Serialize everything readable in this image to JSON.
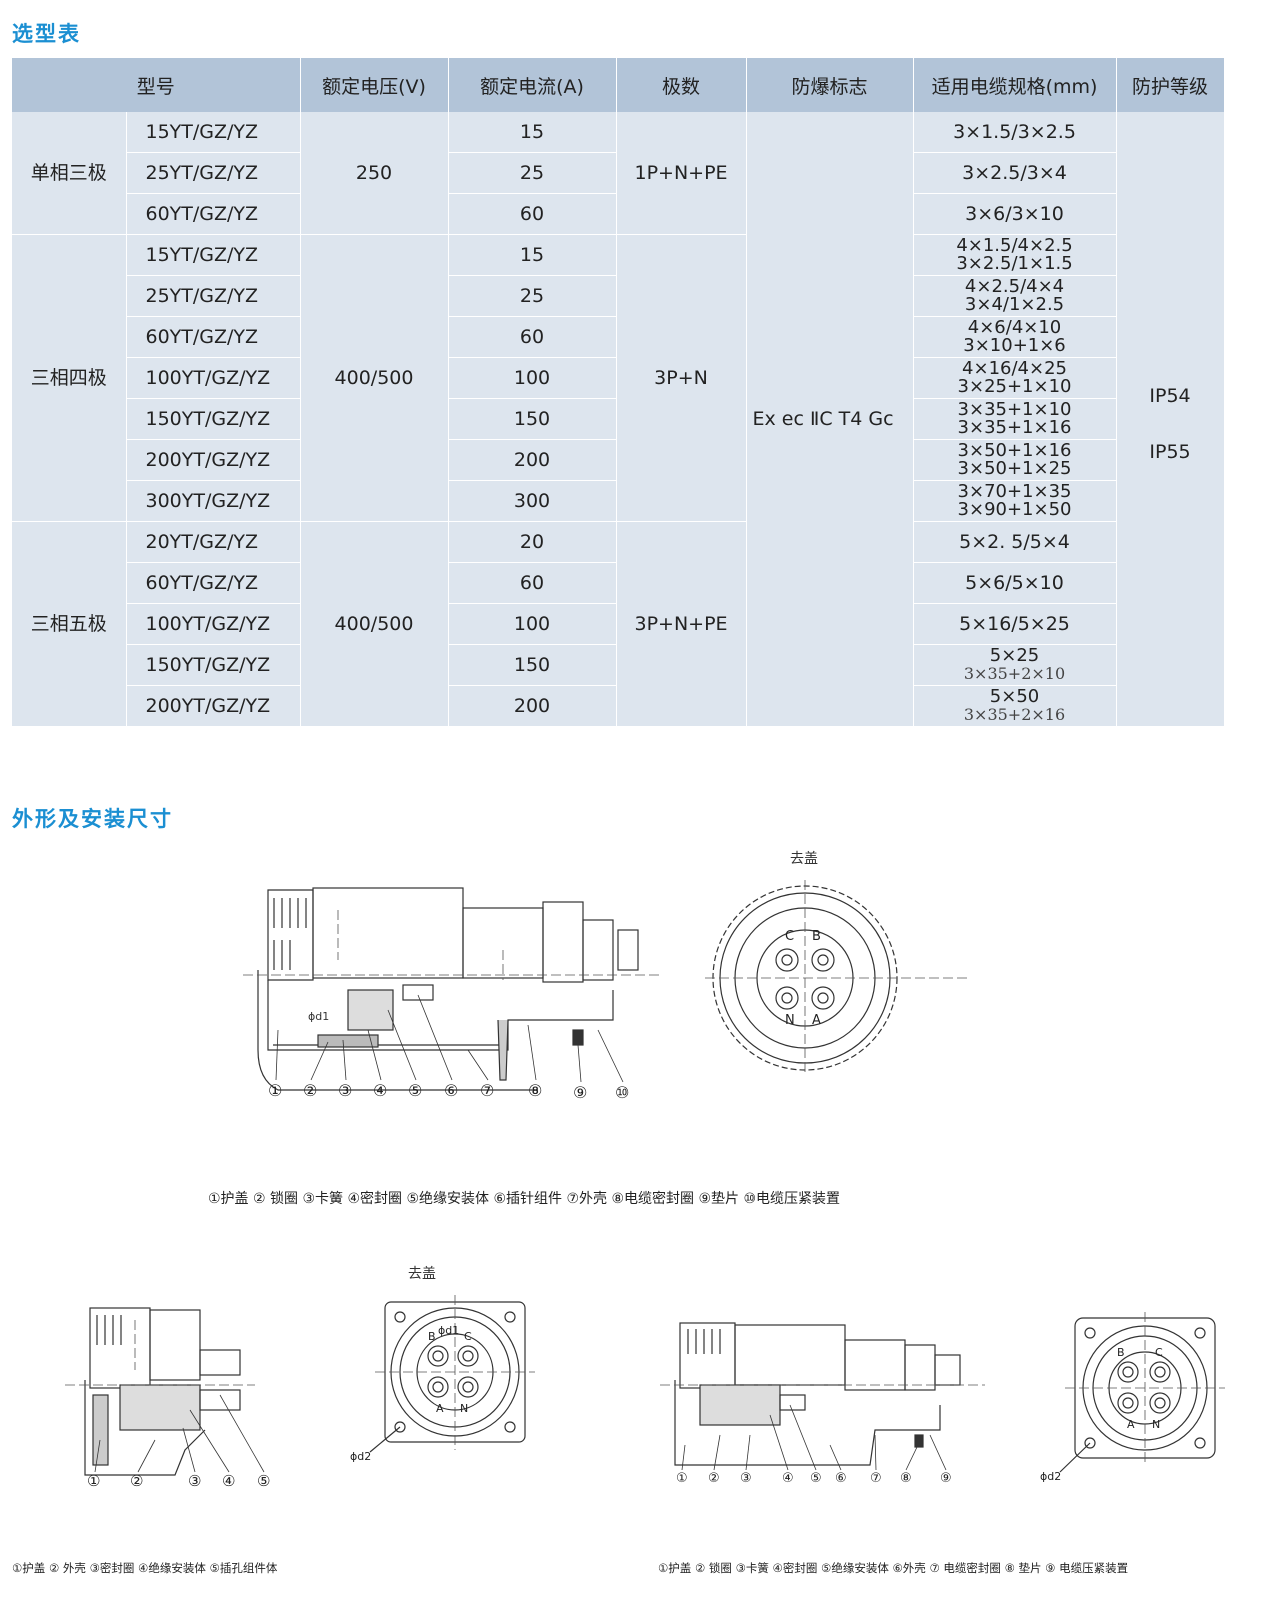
{
  "section1_title": "选型表",
  "section2_title": "外形及安装尺寸",
  "table": {
    "headers": [
      "型号",
      "额定电压(V)",
      "额定电流(A)",
      "极数",
      "防爆标志",
      "适用电缆规格(mm)",
      "防护等级"
    ],
    "groups": [
      {
        "name": "单相三极",
        "voltage": "250",
        "poles": "1P+N+PE"
      },
      {
        "name": "三相四极",
        "voltage": "400/500",
        "poles": "3P+N"
      },
      {
        "name": "三相五极",
        "voltage": "400/500",
        "poles": "3P+N+PE"
      }
    ],
    "ex_mark": "Ex ec ⅡC T4 Gc",
    "protection": [
      "IP54",
      "IP55"
    ],
    "rows": [
      {
        "model": "15YT/GZ/YZ",
        "current": "15",
        "cable1": "3×1.5/3×2.5",
        "cable2": ""
      },
      {
        "model": "25YT/GZ/YZ",
        "current": "25",
        "cable1": "3×2.5/3×4",
        "cable2": ""
      },
      {
        "model": "60YT/GZ/YZ",
        "current": "60",
        "cable1": "3×6/3×10",
        "cable2": ""
      },
      {
        "model": "15YT/GZ/YZ",
        "current": "15",
        "cable1": "4×1.5/4×2.5",
        "cable2": "3×2.5/1×1.5"
      },
      {
        "model": "25YT/GZ/YZ",
        "current": "25",
        "cable1": "4×2.5/4×4",
        "cable2": "3×4/1×2.5"
      },
      {
        "model": "60YT/GZ/YZ",
        "current": "60",
        "cable1": "4×6/4×10",
        "cable2": "3×10+1×6"
      },
      {
        "model": "100YT/GZ/YZ",
        "current": "100",
        "cable1": "4×16/4×25",
        "cable2": "3×25+1×10"
      },
      {
        "model": "150YT/GZ/YZ",
        "current": "150",
        "cable1": "3×35+1×10",
        "cable2": "3×35+1×16"
      },
      {
        "model": "200YT/GZ/YZ",
        "current": "200",
        "cable1": "3×50+1×16",
        "cable2": "3×50+1×25"
      },
      {
        "model": "300YT/GZ/YZ",
        "current": "300",
        "cable1": "3×70+1×35",
        "cable2": "3×90+1×50"
      },
      {
        "model": "20YT/GZ/YZ",
        "current": "20",
        "cable1": "5×2. 5/5×4",
        "cable2": ""
      },
      {
        "model": "60YT/GZ/YZ",
        "current": "60",
        "cable1": "5×6/5×10",
        "cable2": ""
      },
      {
        "model": "100YT/GZ/YZ",
        "current": "100",
        "cable1": "5×16/5×25",
        "cable2": ""
      },
      {
        "model": "150YT/GZ/YZ",
        "current": "150",
        "cable1": "5×25",
        "cable2": "3×35+2×10"
      },
      {
        "model": "200YT/GZ/YZ",
        "current": "200",
        "cable1": "5×50",
        "cable2": "3×35+2×16"
      }
    ]
  },
  "diagrams": {
    "top_caption": "①护盖 ② 锁圈 ③卡簧 ④密封圈 ⑤绝缘安装体   ⑥插针组件 ⑦外壳 ⑧电缆密封圈 ⑨垫片 ⑩电缆压紧装置",
    "top_callouts": [
      "①",
      "②",
      "③",
      "④",
      "⑤",
      "⑥",
      "⑦",
      "⑧",
      "⑨",
      "⑩"
    ],
    "top_front_label": "去盖",
    "top_front_pins": [
      "C",
      "B",
      "N",
      "A"
    ],
    "top_d1": "ϕd1",
    "bl_callouts": [
      "①",
      "②",
      "③",
      "④",
      "⑤"
    ],
    "bl_caption": "①护盖 ② 外壳 ③密封圈 ④绝缘安装体 ⑤插孔组件体",
    "bm_label": "去盖",
    "bm_pins": [
      "B",
      "C",
      "A",
      "N"
    ],
    "bm_d1": "ϕd1",
    "bm_d2": "ϕd2",
    "br_callouts": [
      "①",
      "②",
      "③",
      "④",
      "⑤",
      "⑥",
      "⑦",
      "⑧",
      "⑨"
    ],
    "br_caption": "①护盖 ② 锁圈 ③卡簧 ④密封圈 ⑤绝缘安装体 ⑥外壳 ⑦  电缆密封圈  ⑧  垫片 ⑨ 电缆压紧装置",
    "br_pins": [
      "B",
      "C",
      "A",
      "N"
    ],
    "br_d2": "ϕd2"
  }
}
